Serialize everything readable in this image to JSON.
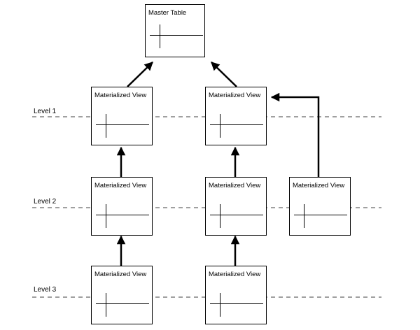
{
  "levels": [
    {
      "id": "level-1",
      "label": "Level 1"
    },
    {
      "id": "level-2",
      "label": "Level 2"
    },
    {
      "id": "level-3",
      "label": "Level 3"
    }
  ],
  "nodes": {
    "master": {
      "label": "Master Table"
    },
    "l1_left": {
      "label": "Materialized View"
    },
    "l1_right": {
      "label": "Materialized View"
    },
    "l2_left": {
      "label": "Materialized View"
    },
    "l2_mid": {
      "label": "Materialized View"
    },
    "l2_right": {
      "label": "Materialized View"
    },
    "l3_left": {
      "label": "Materialized View"
    },
    "l3_mid": {
      "label": "Materialized View"
    }
  },
  "colors": {
    "dashed_line": "#a0a0a0",
    "stroke": "#000000"
  },
  "edges": [
    {
      "from": "l1_left",
      "to": "master"
    },
    {
      "from": "l1_right",
      "to": "master"
    },
    {
      "from": "l2_left",
      "to": "l1_left"
    },
    {
      "from": "l2_mid",
      "to": "l1_right"
    },
    {
      "from": "l2_right",
      "to": "l1_right"
    },
    {
      "from": "l3_left",
      "to": "l2_left"
    },
    {
      "from": "l3_mid",
      "to": "l2_mid"
    }
  ]
}
